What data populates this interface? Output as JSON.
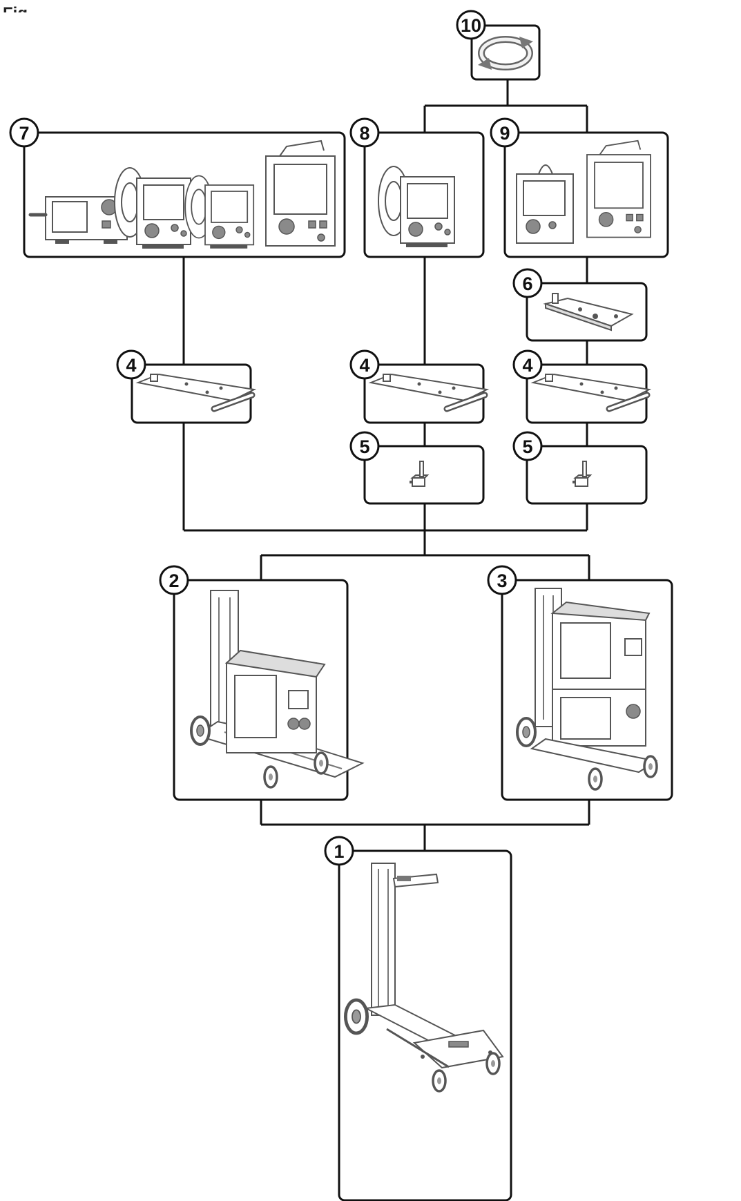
{
  "header": {
    "title": "Fig"
  },
  "diagram": {
    "callouts": [
      {
        "id": "10",
        "label": "10"
      },
      {
        "id": "7",
        "label": "7"
      },
      {
        "id": "8",
        "label": "8"
      },
      {
        "id": "9",
        "label": "9"
      },
      {
        "id": "6",
        "label": "6"
      },
      {
        "id": "4a",
        "label": "4"
      },
      {
        "id": "4b",
        "label": "4"
      },
      {
        "id": "4c",
        "label": "4"
      },
      {
        "id": "5a",
        "label": "5"
      },
      {
        "id": "5b",
        "label": "5"
      },
      {
        "id": "2",
        "label": "2"
      },
      {
        "id": "3",
        "label": "3"
      },
      {
        "id": "1",
        "label": "1"
      }
    ]
  },
  "icons": {
    "rotate": "rotate-arrows-icon",
    "wire_feeders": "wire-feeder-units-icon",
    "wire_feeder_small": "wire-feeder-icon",
    "wire_feeder_power_source": "wire-feeder-power-source-icon",
    "adapter_plate": "adapter-plate-icon",
    "mounting_plate": "mounting-plate-icon",
    "pivot_pin": "pivot-pin-icon",
    "trolley_welder_small": "trolley-with-welder-icon",
    "trolley_welder_large": "trolley-with-welder-and-cooler-icon",
    "trolley": "trolley-icon"
  }
}
